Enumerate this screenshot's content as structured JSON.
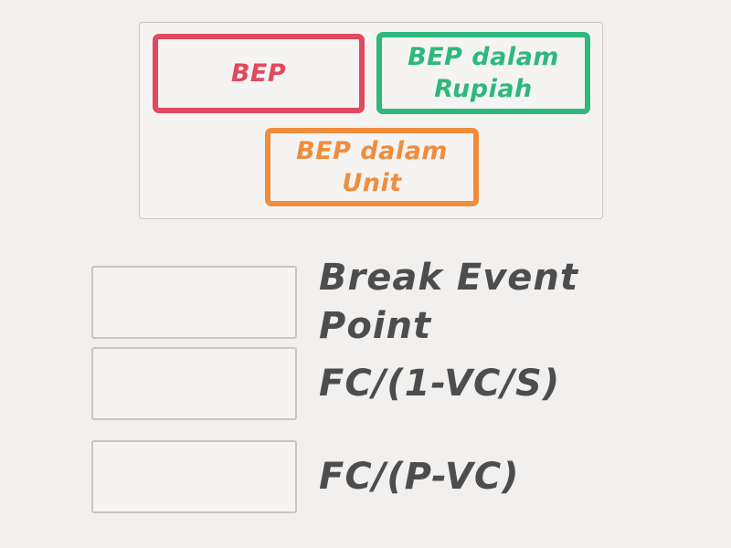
{
  "activity": {
    "kind": "match-up-exercise",
    "colors": {
      "page_background": "#f1f0ef",
      "tray_background": "#f5f4f3",
      "tray_border": "#c9c8c6",
      "drop_box_border": "#c7c6c4",
      "definition_text": "#4d4d4d",
      "tile_red": "#e04a5e",
      "tile_green": "#2eb87c",
      "tile_orange": "#f08d3d"
    },
    "tiles": [
      {
        "label": "BEP",
        "color": "#e04a5e"
      },
      {
        "label": "BEP dalam Rupiah",
        "color": "#2eb87c"
      },
      {
        "label": "BEP dalam Unit",
        "color": "#f08d3d"
      }
    ],
    "pairs": [
      {
        "definition": "Break Event Point"
      },
      {
        "definition": "FC/(1-VC/S)"
      },
      {
        "definition": "FC/(P-VC)"
      }
    ]
  }
}
